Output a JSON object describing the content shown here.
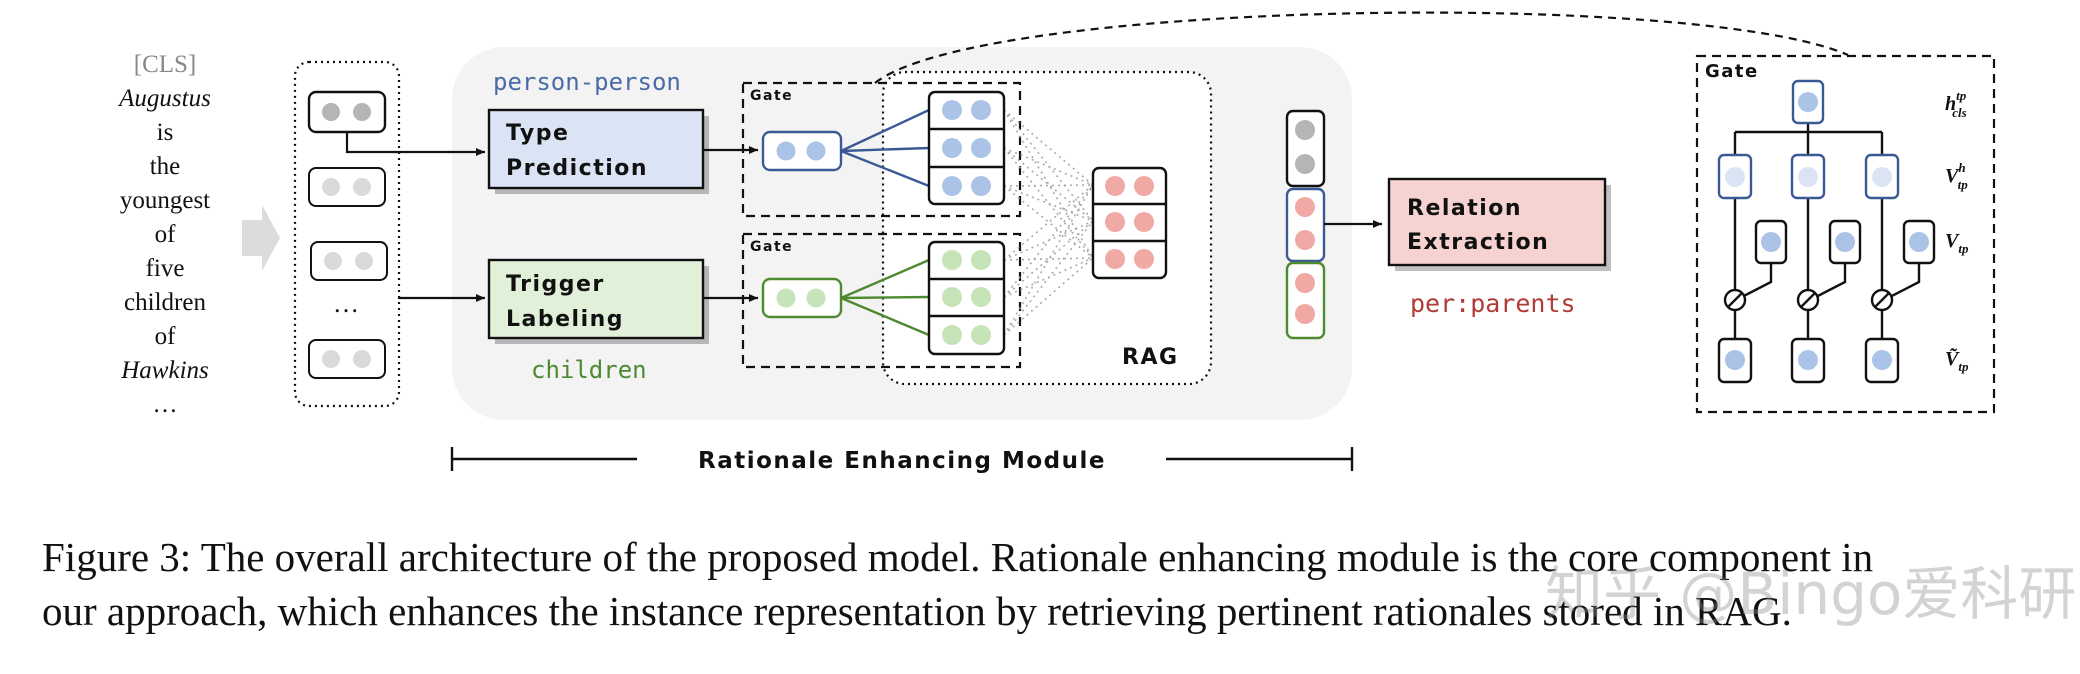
{
  "input_tokens": [
    "[CLS]",
    "Augustus",
    "is",
    "the",
    "youngest",
    "of",
    "five",
    "children",
    "of",
    "Hawkins",
    "…"
  ],
  "encoder": {
    "ellipsis": "…"
  },
  "module": {
    "type_label": "person-person",
    "type_prediction": [
      "Type",
      "Prediction"
    ],
    "trigger_labeling": [
      "Trigger",
      "Labeling"
    ],
    "trigger_label": "children",
    "gate_top": "Gate",
    "gate_bottom": "Gate",
    "rag": "RAG",
    "title": "Rationale Enhancing Module"
  },
  "relation": {
    "box": [
      "Relation",
      "Extraction"
    ],
    "output": "per:parents"
  },
  "gate_detail": {
    "title": "Gate",
    "h_cls": "h",
    "h_cls_sup": "tp",
    "h_cls_sub": "cls",
    "v_h": "V",
    "v_h_sup": "h",
    "v_h_sub": "tp",
    "v": "V",
    "v_sub": "tp",
    "v_tilde": "Ṽ",
    "v_tilde_sub": "tp"
  },
  "colors": {
    "blue_node": "#aac3e6",
    "blue_box": "#dbe4f5",
    "green_node": "#c7e3b8",
    "green_box": "#e1f0d9",
    "red_node": "#f0a9a5",
    "red_box": "#f6d3d1",
    "gray_node": "#c8c8c8",
    "blue_line": "#3a5a96",
    "green_line": "#4d8a30"
  },
  "caption": {
    "line1": "Figure 3: The overall architecture of the proposed model. Rationale enhancing module is the core component in",
    "line2": "our approach, which enhances the instance representation by retrieving pertinent rationales stored in RAG."
  },
  "watermark": "知乎 @Bingo爱科研"
}
